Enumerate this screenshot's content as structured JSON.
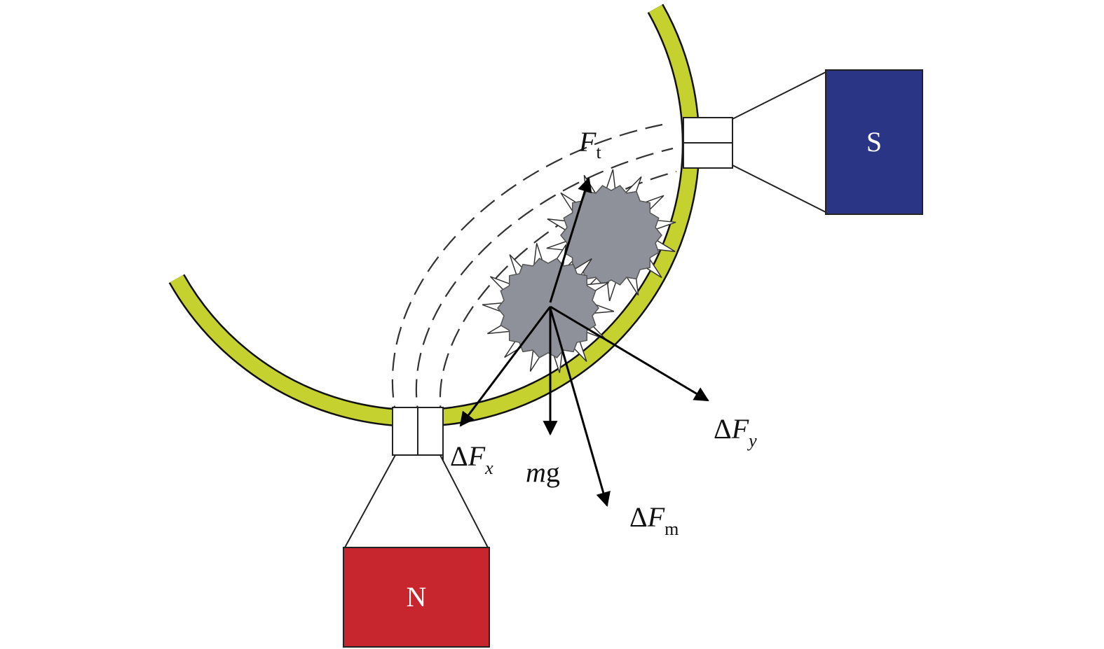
{
  "magnets": {
    "north": {
      "label": "N",
      "color": "#C8262E"
    },
    "south": {
      "label": "S",
      "color": "#2B3585"
    }
  },
  "tube": {
    "color": "#C5D12E"
  },
  "particle": {
    "color": "#8E9199"
  },
  "forces": {
    "ft": {
      "main": "F",
      "sub": "t"
    },
    "dfx": {
      "delta": "Δ",
      "main": "F",
      "sub": "x"
    },
    "dfy": {
      "delta": "Δ",
      "main": "F",
      "sub": "y"
    },
    "dfm": {
      "delta": "Δ",
      "main": "F",
      "sub": "m"
    },
    "mg": {
      "m": "m",
      "g": "g"
    }
  }
}
